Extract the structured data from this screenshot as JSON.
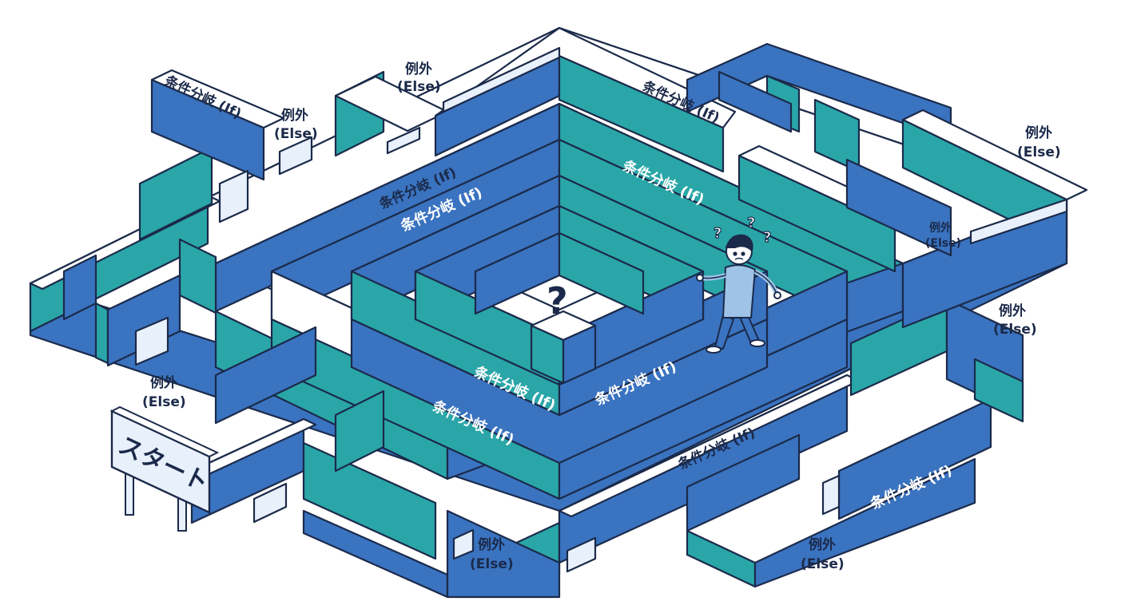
{
  "colors": {
    "wall_blue": "#3a73c0",
    "wall_teal": "#2aa6a8",
    "path_white": "#ffffff",
    "outline": "#1b2a4a",
    "sign_face": "#e8f0fb"
  },
  "start_sign": {
    "text": "スタート"
  },
  "center": {
    "symbol": "?"
  },
  "character": {
    "thought_marks": [
      "?",
      "?",
      "?"
    ]
  },
  "if_label": "条件分岐 (If)",
  "else_label": {
    "line1": "例外",
    "line2": "(Else)"
  }
}
